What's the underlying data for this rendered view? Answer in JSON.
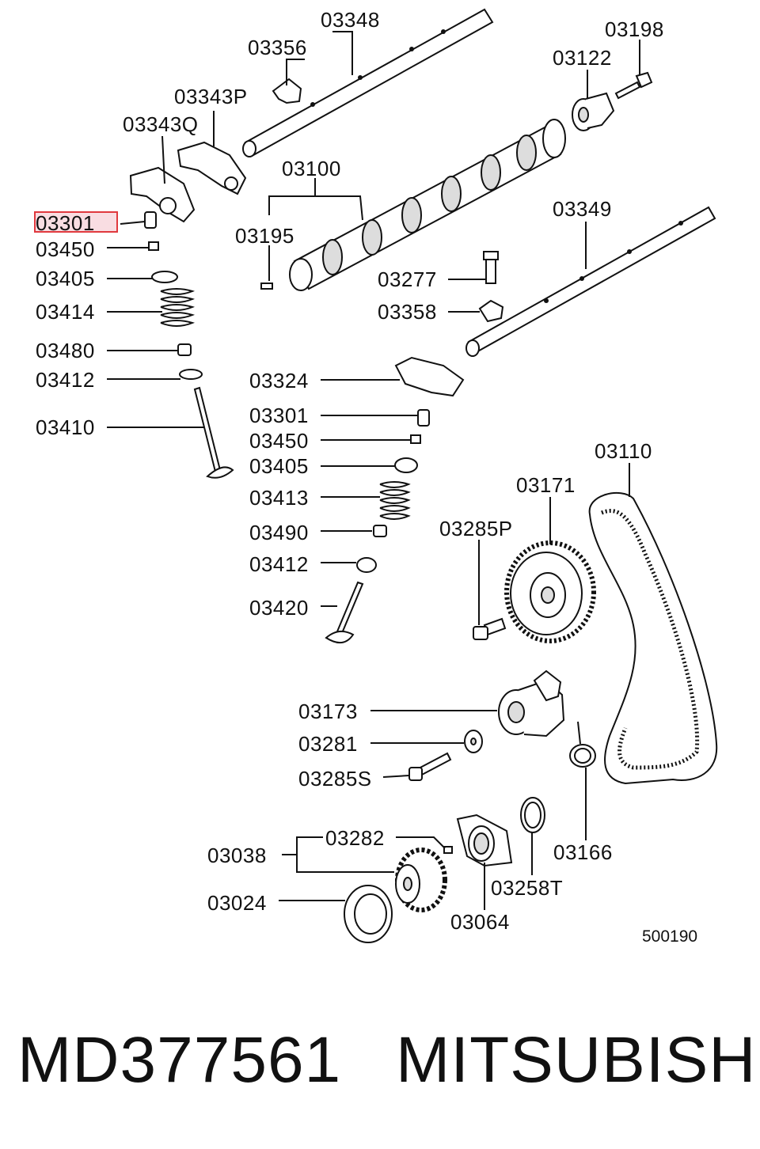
{
  "diagram": {
    "highlighted_label": "03301",
    "figure_number": "500190",
    "labels": {
      "p03348": "03348",
      "p03356": "03356",
      "p03198": "03198",
      "p03122": "03122",
      "p03343P": "03343P",
      "p03343Q": "03343Q",
      "p03100": "03100",
      "p03301a": "03301",
      "p03349": "03349",
      "p03195": "03195",
      "p03450a": "03450",
      "p03405a": "03405",
      "p03277": "03277",
      "p03414": "03414",
      "p03358": "03358",
      "p03480": "03480",
      "p03412a": "03412",
      "p03324": "03324",
      "p03410": "03410",
      "p03301b": "03301",
      "p03450b": "03450",
      "p03110": "03110",
      "p03405b": "03405",
      "p03171": "03171",
      "p03413": "03413",
      "p03285P": "03285P",
      "p03490": "03490",
      "p03412b": "03412",
      "p03420": "03420",
      "p03173": "03173",
      "p03281": "03281",
      "p03285S": "03285S",
      "p03282": "03282",
      "p03038": "03038",
      "p03166": "03166",
      "p03258T": "03258T",
      "p03024": "03024",
      "p03064": "03064"
    }
  },
  "footer": {
    "part_number": "MD377561",
    "brand": "MITSUBISHI"
  },
  "colors": {
    "highlight": "#e0393e",
    "ink": "#111111"
  }
}
